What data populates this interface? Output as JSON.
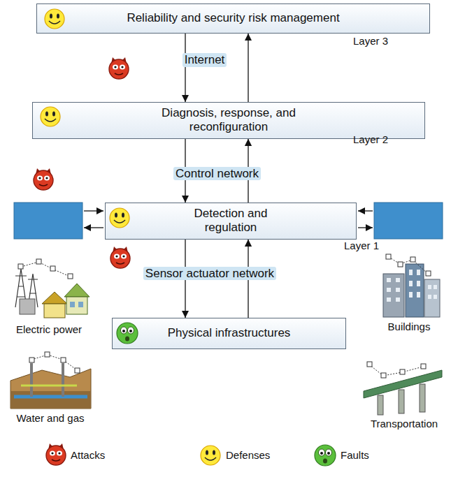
{
  "diagram": {
    "nodes": [
      {
        "text": [
          "Reliability and security risk management"
        ]
      },
      {
        "text": [
          "Internet"
        ]
      },
      {
        "text": [
          "Diagnosis, response, and reconfiguration"
        ]
      },
      {
        "text": [
          "Control network"
        ]
      },
      {
        "text": [
          "Detection and regulation"
        ]
      },
      {
        "text": [
          "Sensor actuator network"
        ]
      },
      {
        "text": [
          "Physical infrastructures"
        ]
      }
    ],
    "edges": [
      {
        "from": 0,
        "to": 2,
        "arrow": "to"
      },
      {
        "from": 2,
        "to": 0,
        "arrow": "to"
      },
      {
        "from": 2,
        "to": 4,
        "arrow": "to"
      },
      {
        "from": 4,
        "to": 2,
        "arrow": "to"
      },
      {
        "from": 4,
        "to": 6,
        "arrow": "to"
      },
      {
        "from": 6,
        "to": 4,
        "arrow": "to"
      }
    ],
    "labels": [
      "Layer 3",
      "Layer 2",
      "Layer 1",
      "Electric power",
      "Buildings",
      "Water and gas",
      "Transportation"
    ],
    "legend": [
      {
        "text": "Attacks"
      },
      {
        "text": "Defenses"
      },
      {
        "text": "Faults"
      }
    ]
  }
}
